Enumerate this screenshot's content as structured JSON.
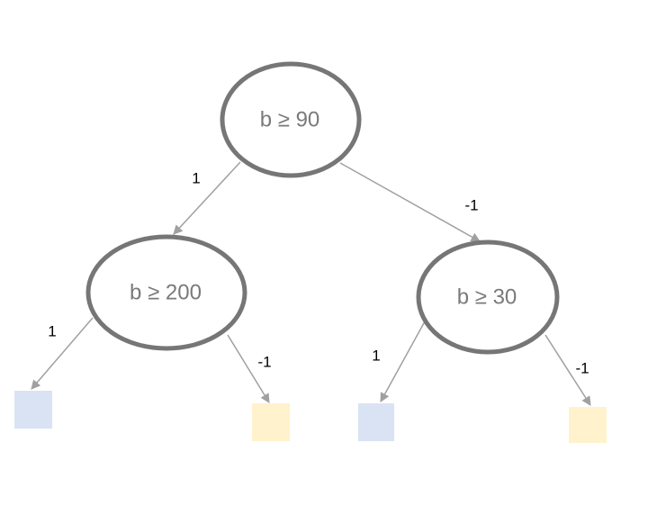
{
  "nodes": {
    "root": {
      "label": "b ≥ 90"
    },
    "left": {
      "label": "b ≥ 200"
    },
    "right": {
      "label": "b ≥ 30"
    }
  },
  "edges": {
    "root_left": "1",
    "root_right": "-1",
    "left_leaf1": "1",
    "left_leaf2": "-1",
    "right_leaf1": "1",
    "right_leaf2": "-1"
  },
  "colors": {
    "leaf_positive": "#dae3f3",
    "leaf_negative": "#fff2cc"
  }
}
